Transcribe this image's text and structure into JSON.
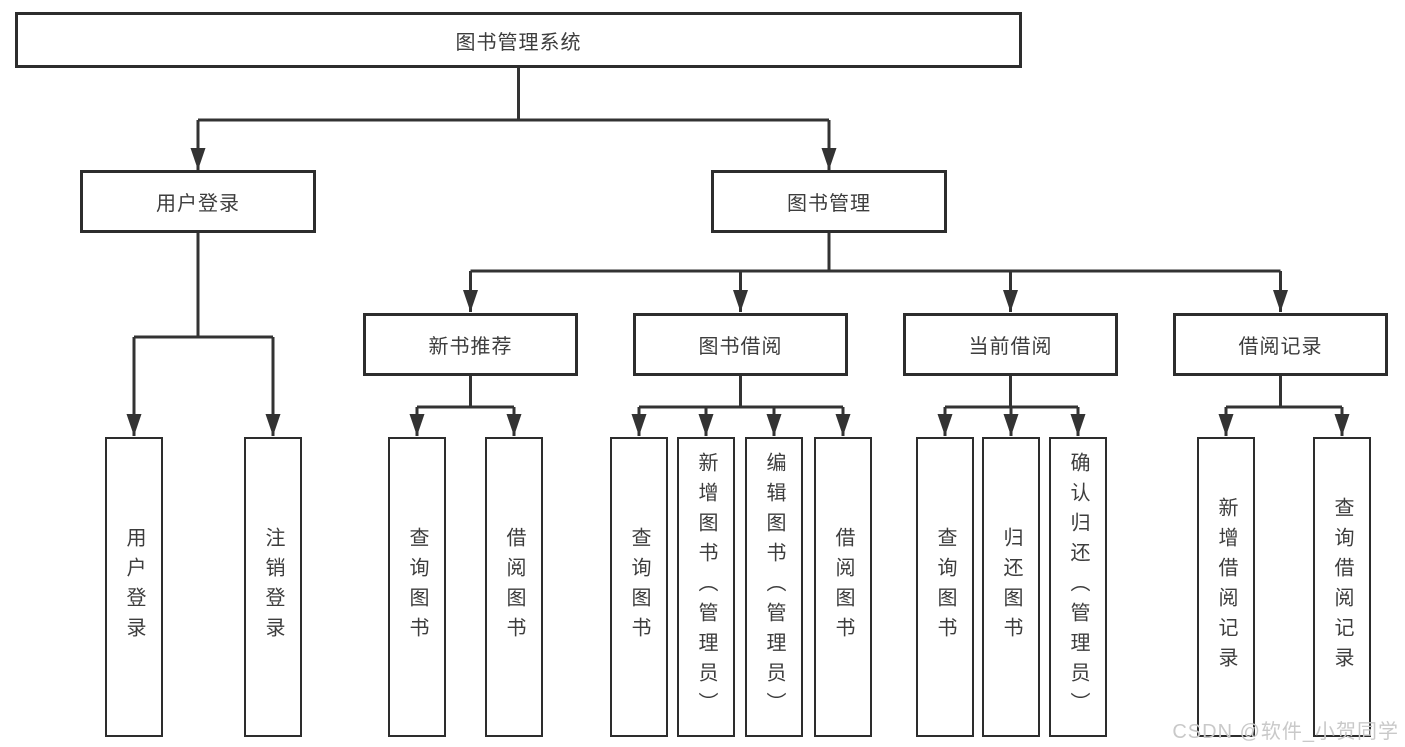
{
  "diagram": {
    "root": {
      "label": "图书管理系统"
    },
    "level2": {
      "user_login": {
        "label": "用户登录"
      },
      "book_management": {
        "label": "图书管理"
      }
    },
    "level3": {
      "new_book_recommend": {
        "label": "新书推荐"
      },
      "book_borrow": {
        "label": "图书借阅"
      },
      "current_borrow": {
        "label": "当前借阅"
      },
      "borrow_records": {
        "label": "借阅记录"
      }
    },
    "leaves": {
      "user_login": [
        "用户登录",
        "注销登录"
      ],
      "new_book_recommend": [
        "查询图书",
        "借阅图书"
      ],
      "book_borrow": [
        "查询图书",
        "新增图书（管理员）",
        "编辑图书（管理员）",
        "借阅图书"
      ],
      "current_borrow": [
        "查询图书",
        "归还图书",
        "确认归还（管理员）"
      ],
      "borrow_records": [
        "新增借阅记录",
        "查询借阅记录"
      ]
    }
  },
  "watermark": {
    "text": "CSDN @软件_小贺同学"
  },
  "colors": {
    "background": "#ffffff",
    "line": "#333333",
    "box_border": "#2d2d2d",
    "box_fill": "#ffffff",
    "text": "#3d3d3d",
    "watermark": "#c9c9c9"
  }
}
